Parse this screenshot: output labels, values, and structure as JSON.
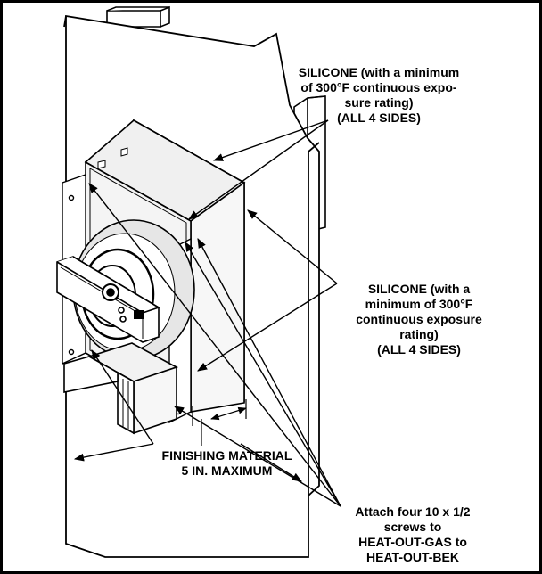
{
  "callouts": {
    "silicone_top": {
      "lines": [
        "SILICONE (with a minimum",
        "of 300°F continuous expo-",
        "sure rating)",
        "(ALL 4 SIDES)"
      ]
    },
    "silicone_mid": {
      "lines": [
        "SILICONE (with a",
        "minimum of 300°F",
        "continuous exposure",
        "rating)",
        "(ALL 4 SIDES)"
      ]
    },
    "finishing": {
      "lines": [
        "FINISHING MATERIAL",
        "5 IN. MAXIMUM"
      ]
    },
    "screws": {
      "lines": [
        "Attach four 10 x 1/2",
        "screws to",
        "HEAT-OUT-GAS to",
        "HEAT-OUT-BEK"
      ]
    }
  },
  "colors": {
    "line": "#000000",
    "background": "#ffffff",
    "housing_fill": "#f4f4f4",
    "wheel_fill": "#e6e6e6"
  }
}
